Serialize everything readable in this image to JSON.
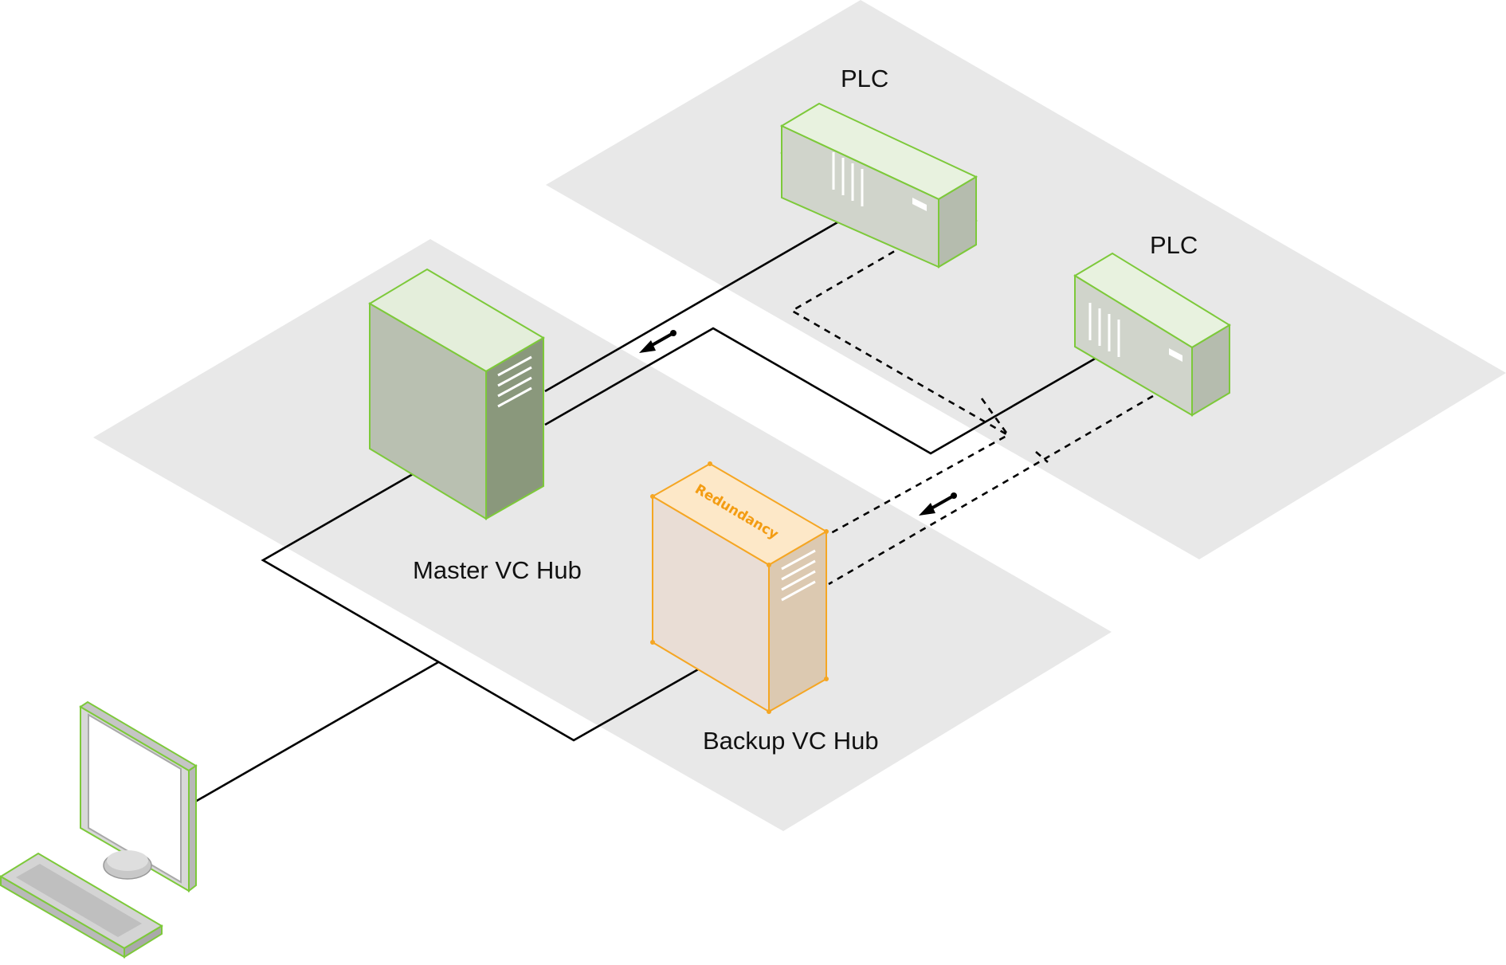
{
  "diagram": {
    "labels": {
      "plc_top": "PLC",
      "plc_right": "PLC",
      "master": "Master VC Hub",
      "backup": "Backup VC Hub",
      "redundancy": "Redundancy"
    },
    "colors": {
      "zone": "#e8e8e8",
      "green_outline": "#7dc93a",
      "server_front": "#b9c0b1",
      "server_side": "#8a987c",
      "server_top": "#e4eedb",
      "plc_front": "#d0d4cb",
      "plc_side": "#b5bcae",
      "plc_top": "#e8f2df",
      "backup_outline": "#f5a623",
      "backup_front": "#e9ddd5",
      "backup_side": "#dcc9b1",
      "backup_top": "#fde8c8",
      "accent_text": "#f39c12"
    },
    "icons": {
      "master": "tower-server-icon",
      "backup": "tower-server-icon",
      "plc": "plc-controller-icon",
      "workstation": "desktop-computer-icon"
    }
  }
}
